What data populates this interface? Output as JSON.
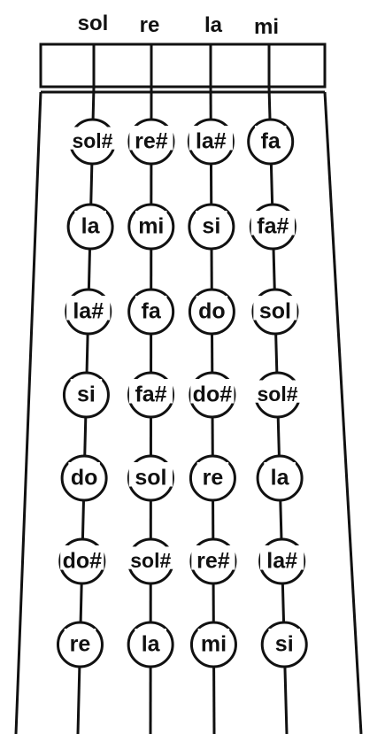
{
  "diagram": {
    "open_strings": [
      "sol",
      "re",
      "la",
      "mi"
    ],
    "frets": [
      [
        "sol#",
        "re#",
        "la#",
        "fa"
      ],
      [
        "la",
        "mi",
        "si",
        "fa#"
      ],
      [
        "la#",
        "fa",
        "do",
        "sol"
      ],
      [
        "si",
        "fa#",
        "do#",
        "sol#"
      ],
      [
        "do",
        "sol",
        "re",
        "la"
      ],
      [
        "do#",
        "sol#",
        "re#",
        "la#"
      ],
      [
        "re",
        "la",
        "mi",
        "si"
      ]
    ]
  },
  "colors": {
    "ink": "#111111",
    "paper": "#ffffff"
  }
}
